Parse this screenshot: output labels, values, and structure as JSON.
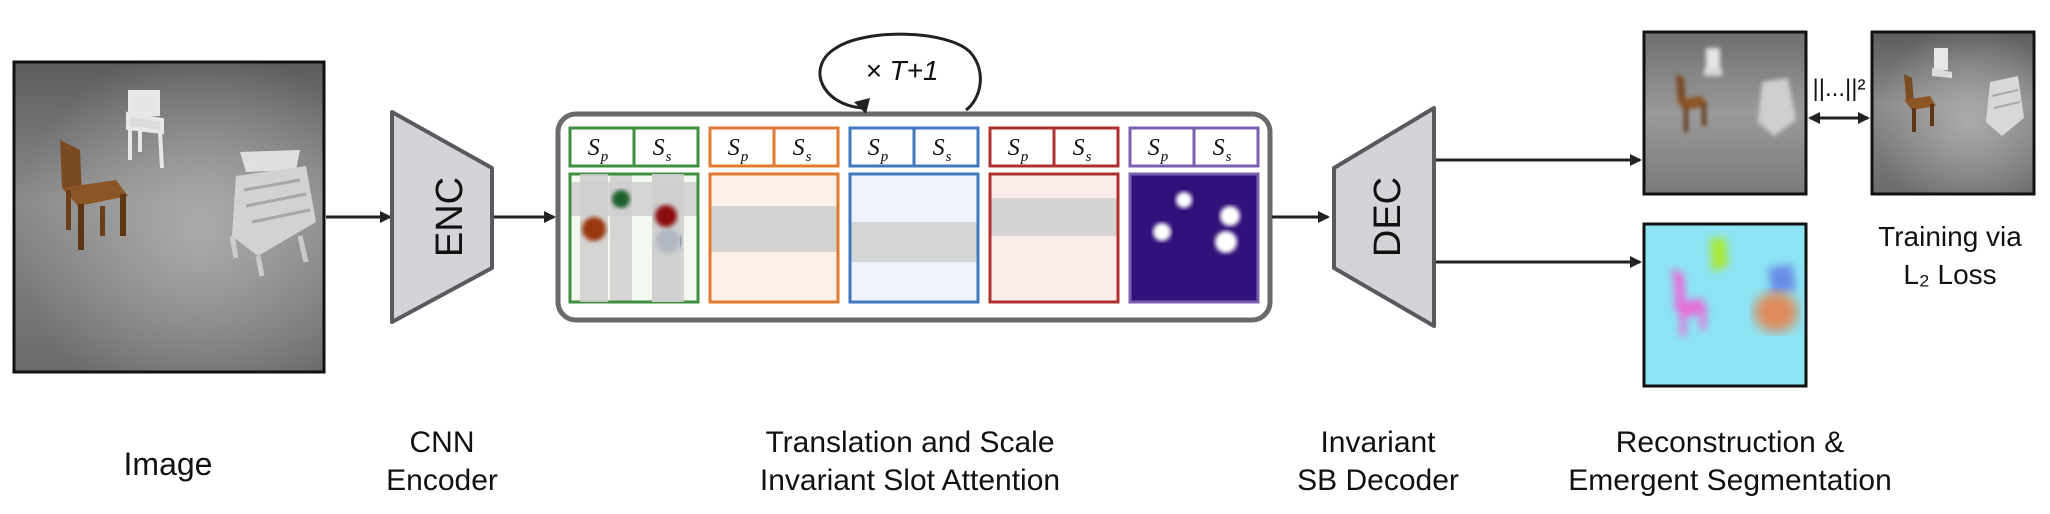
{
  "encoder_label": "ENC",
  "decoder_label": "DEC",
  "loop_label": "× T+1",
  "norm_label": "||...||²",
  "training_note": [
    "Training via",
    "L₂ Loss"
  ],
  "slot_param_labels": {
    "position": {
      "symbol": "S",
      "sub": "p"
    },
    "scale": {
      "symbol": "S",
      "sub": "s"
    }
  },
  "slots": [
    {
      "color": "#3f8f3f",
      "blob_color": "#1f5f2a"
    },
    {
      "color": "#e07b2f",
      "blob_color": "#9a3810"
    },
    {
      "color": "#3f78c0",
      "blob_color": "#0f3a78"
    },
    {
      "color": "#b03030",
      "blob_color": "#8a1010"
    },
    {
      "color": "#7a5fb0",
      "blob_color": "#ffffff"
    }
  ],
  "captions": {
    "image": [
      "Image"
    ],
    "encoder": [
      "CNN",
      "Encoder"
    ],
    "attention": [
      "Translation and Scale",
      "Invariant Slot Attention"
    ],
    "decoder": [
      "Invariant",
      "SB Decoder"
    ],
    "output": [
      "Reconstruction &",
      "Emergent Segmentation"
    ]
  }
}
